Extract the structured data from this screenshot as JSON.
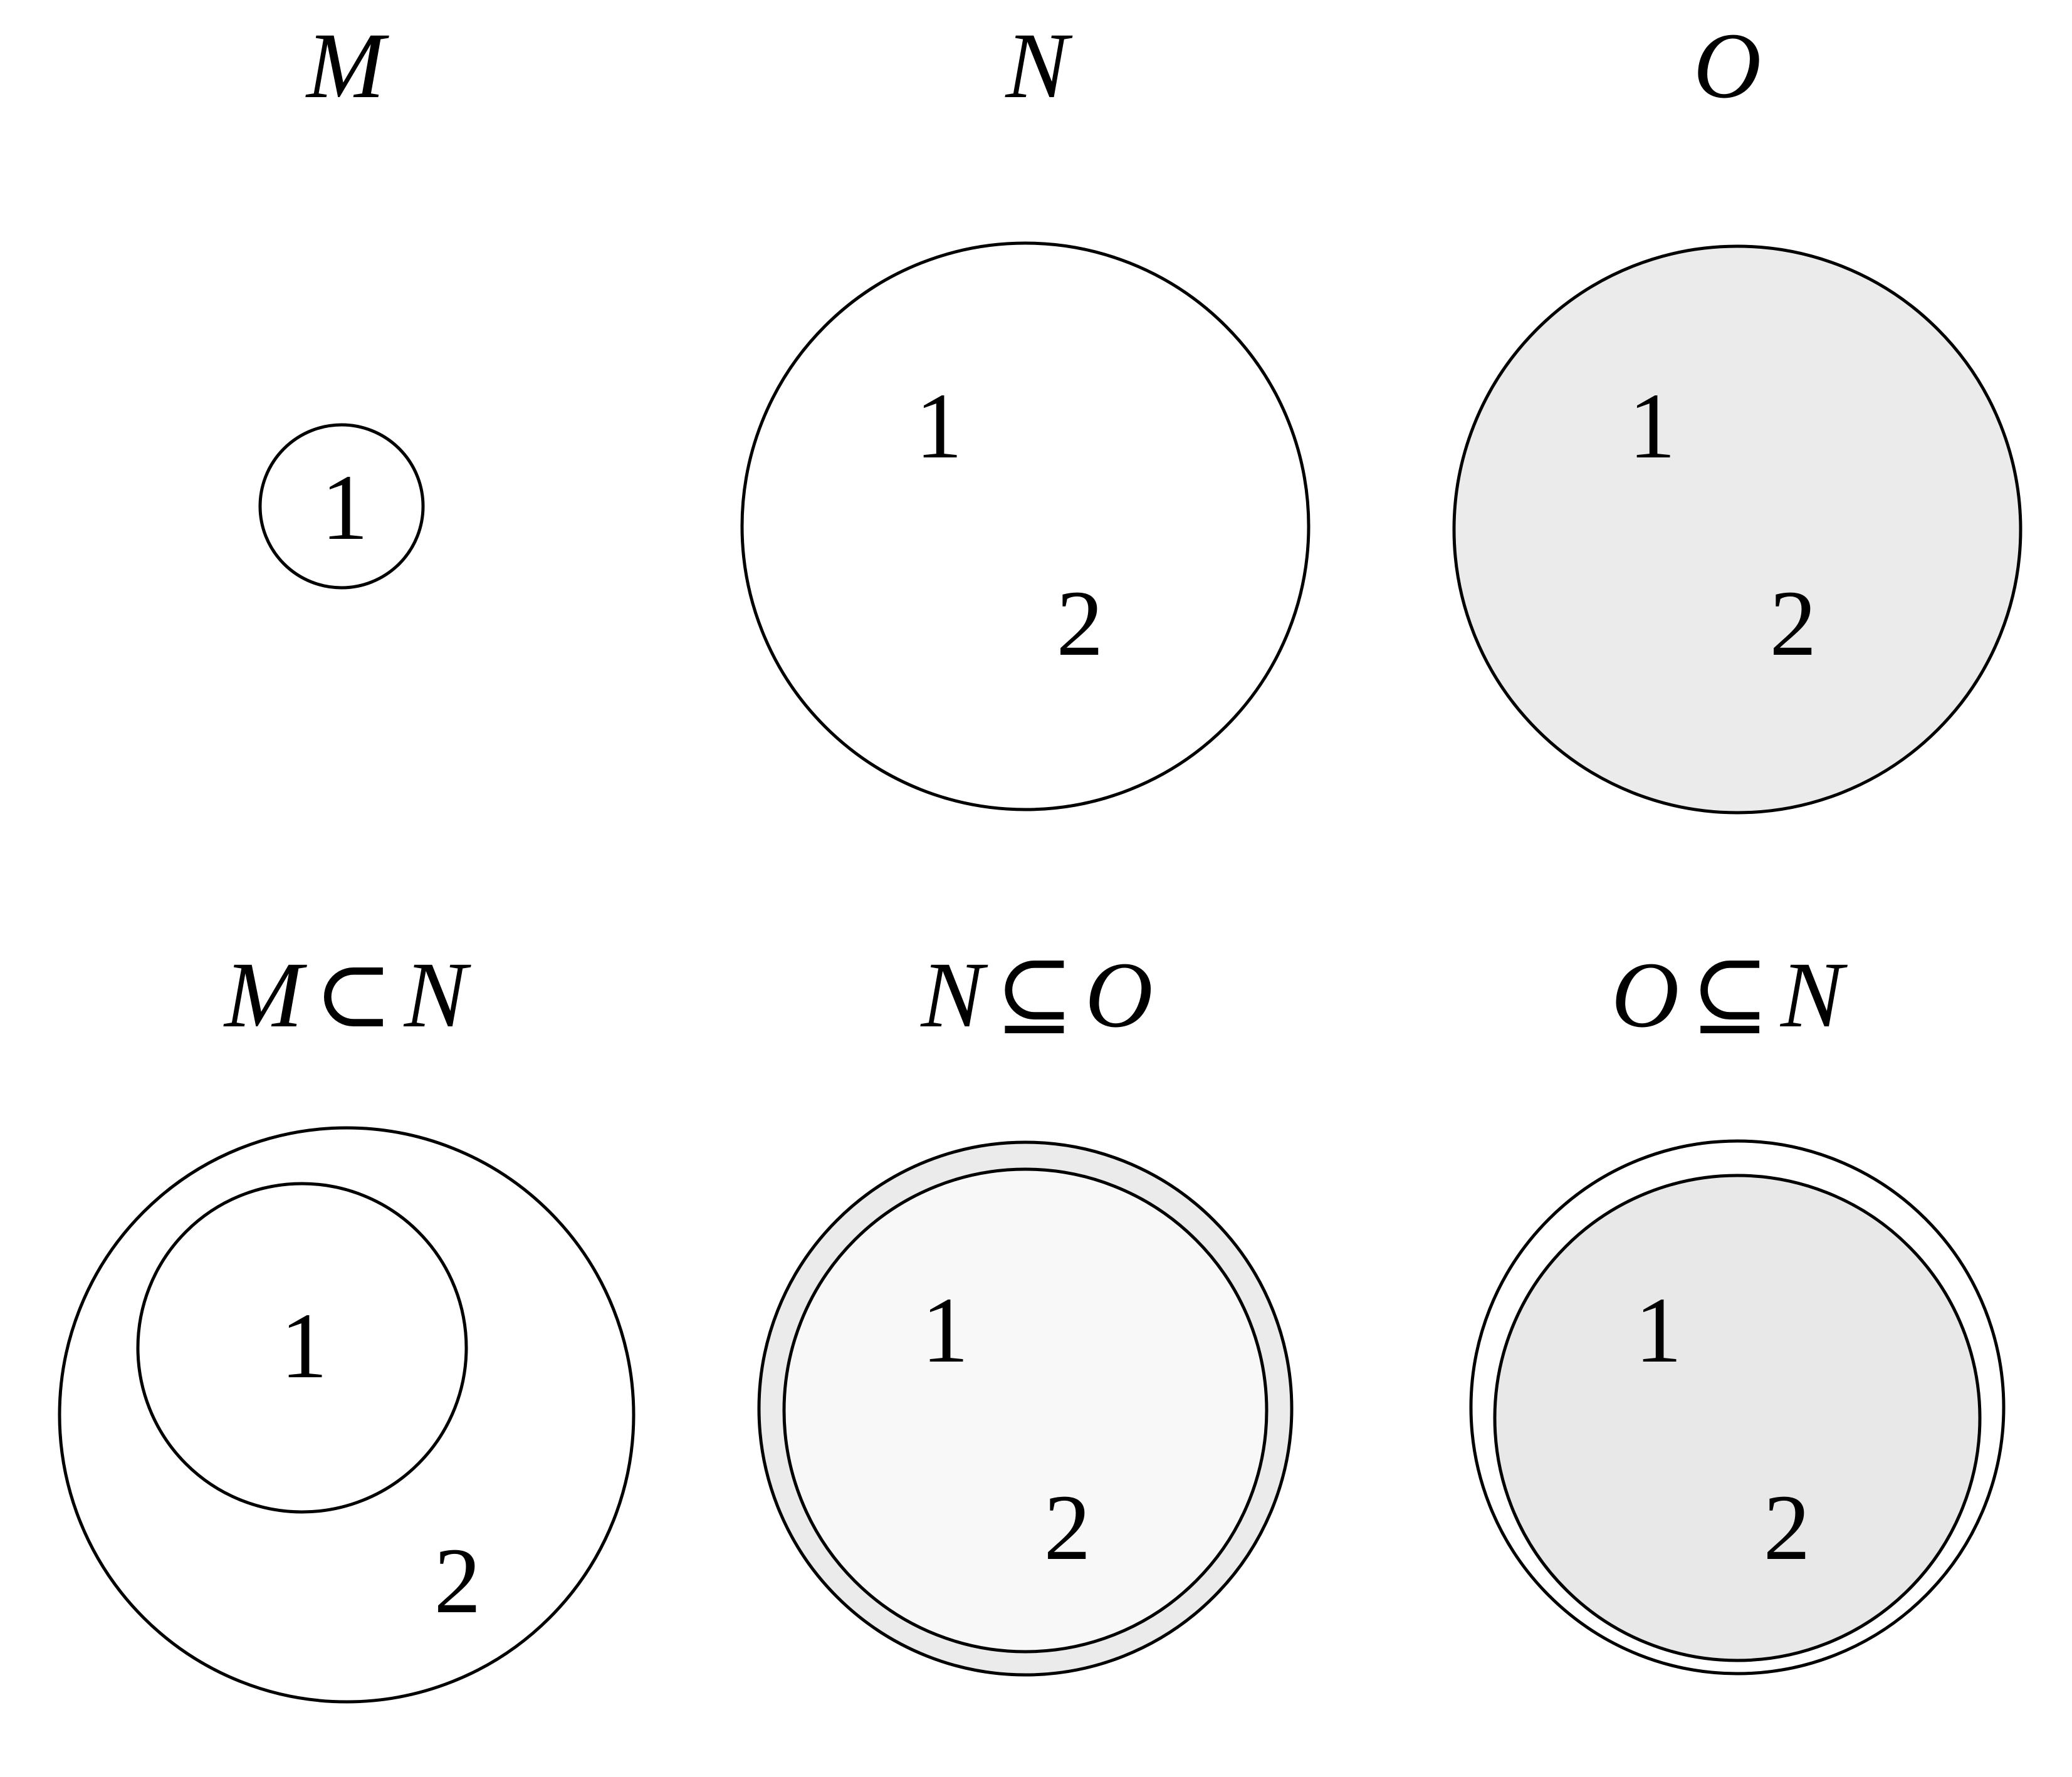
{
  "figure": {
    "type": "set-diagram",
    "background": "#ffffff",
    "stroke_color": "#000000",
    "fill_gray": "#ebebeb",
    "fill_near_white": "#f8f8f8",
    "fill_white": "#ffffff"
  },
  "panels": {
    "m": {
      "label": "M",
      "elements": [
        "1"
      ]
    },
    "n": {
      "label": "N",
      "elements": [
        "1",
        "2"
      ]
    },
    "o": {
      "label": "O",
      "elements": [
        "1",
        "2"
      ]
    },
    "m_subset_n": {
      "label_left": "M",
      "label_symbol": "⊂",
      "label_right": "N",
      "elements": [
        "1",
        "2"
      ]
    },
    "n_subseteq_o": {
      "label_left": "N",
      "label_symbol": "⊆",
      "label_right": "O",
      "elements": [
        "1",
        "2"
      ]
    },
    "o_subseteq_n": {
      "label_left": "O",
      "label_symbol": "⊆",
      "label_right": "N",
      "elements": [
        "1",
        "2"
      ]
    }
  }
}
